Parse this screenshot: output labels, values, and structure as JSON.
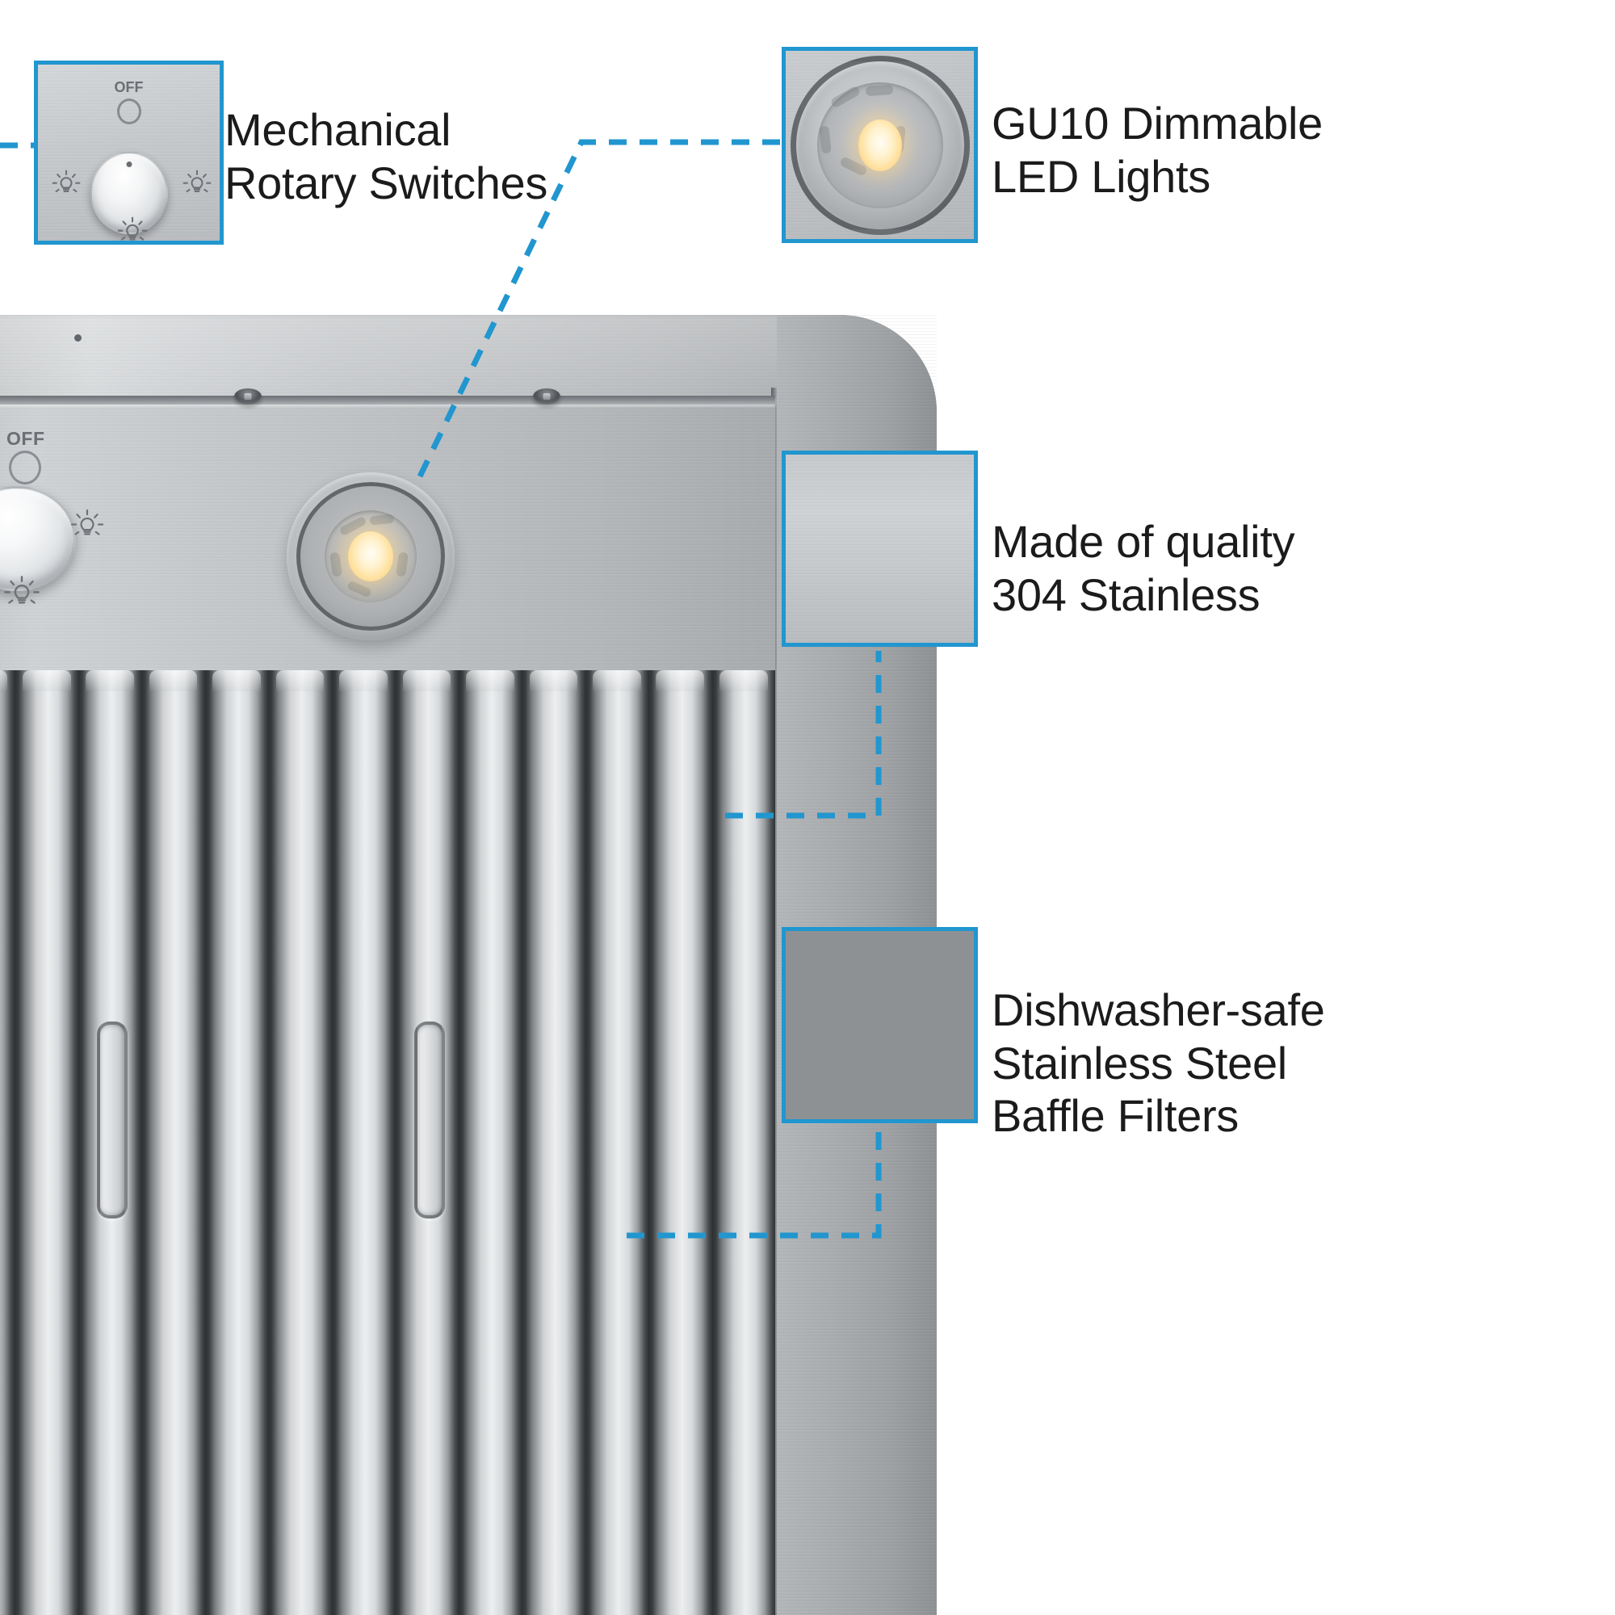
{
  "accent_color": "#2196cf",
  "product": {
    "name": "stainless-steel-range-hood",
    "control_panel": {
      "off_label": "OFF",
      "knob_icons": [
        "light-bulb-icon",
        "light-bulb-icon"
      ]
    },
    "led_count_visible": 1,
    "baffle_filter_count": 13,
    "baffle_handle_count": 2,
    "screw_count": 2
  },
  "callouts": [
    {
      "id": "mechanical-rotary-switches",
      "label": "Mechanical\nRotary Switches",
      "thumbnail": "rotary-switch-panel-photo",
      "thumb_off_label": "OFF"
    },
    {
      "id": "gu10-dimmable-led-lights",
      "label": "GU10 Dimmable\nLED Lights",
      "thumbnail": "led-spotlight-photo"
    },
    {
      "id": "made-of-quality-304-stainless",
      "label": "Made of quality\n304 Stainless",
      "thumbnail": "brushed-stainless-swatch-photo"
    },
    {
      "id": "dishwasher-safe-stainless-steel-baffle-filters",
      "label": "Dishwasher-safe\nStainless Steel\nBaffle Filters",
      "thumbnail": "baffle-filter-closeup-photo"
    }
  ]
}
